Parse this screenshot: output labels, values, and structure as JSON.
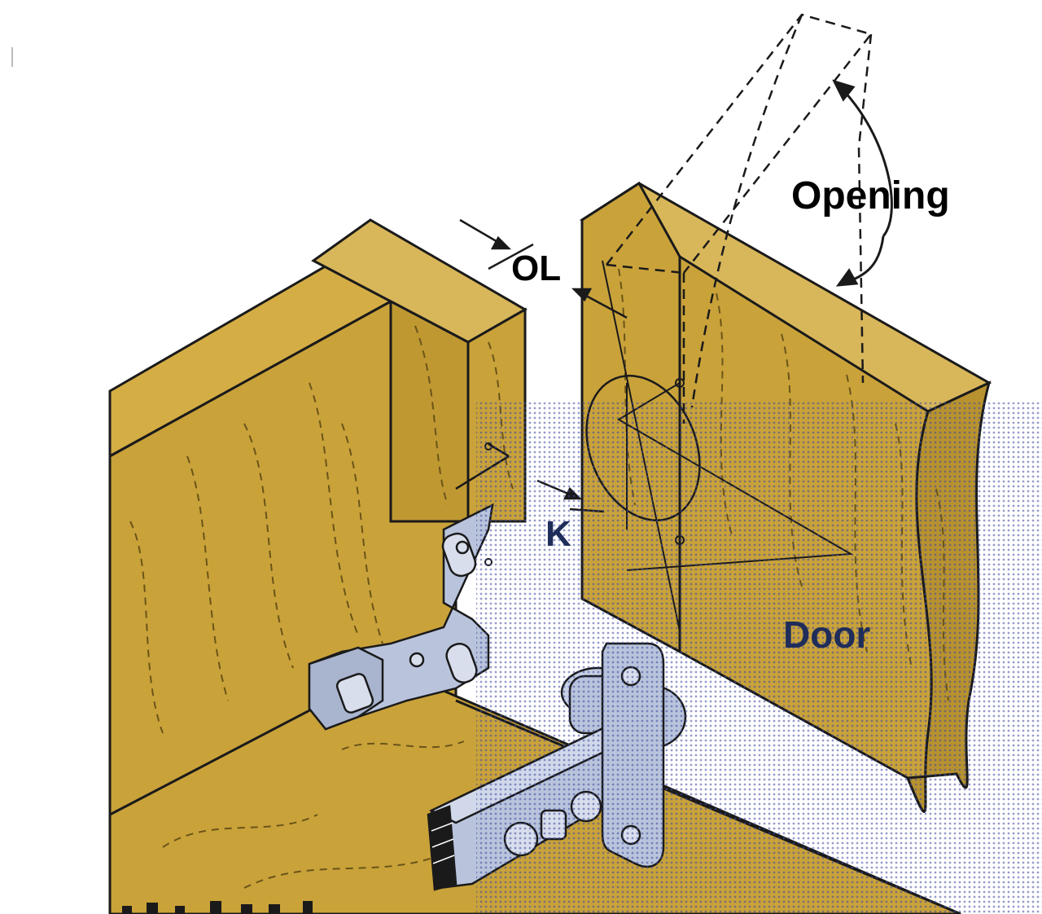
{
  "labels": {
    "opening": "Opening",
    "overlay": "OL",
    "k": "K",
    "door": "Door"
  },
  "colors": {
    "wood": "#c9a23a",
    "wood_dark": "#a8852a",
    "wood_light": "#d8b65a",
    "metal": "#b9c4dc",
    "metal_dark": "#8e9bb8",
    "overlay_blue": "#4a55a8",
    "line": "#1a1a1a",
    "door_label": "#1f2d5a"
  }
}
